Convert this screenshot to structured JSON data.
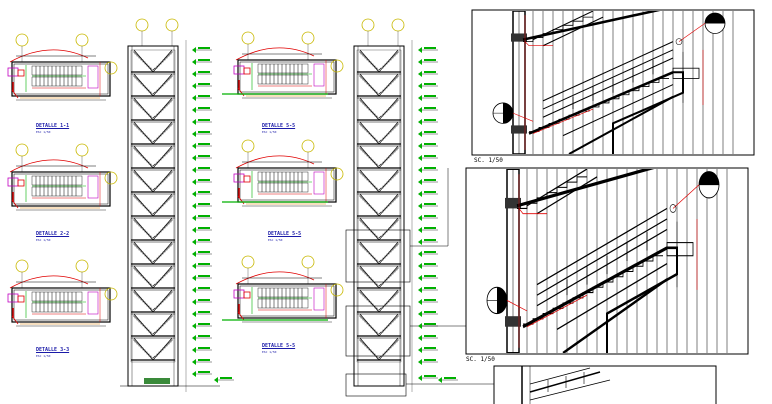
{
  "plan_details": [
    {
      "title": "DETALLE 1-1",
      "sub": "ESC 1/50"
    },
    {
      "title": "DETALLE 2-2",
      "sub": "ESC 1/50"
    },
    {
      "title": "DETALLE 3-3",
      "sub": "ESC 1/50"
    },
    {
      "title": "DETALLE 5-5",
      "sub": "ESC 1/50"
    },
    {
      "title": "DETALLE 5-5",
      "sub": "ESC 1/50"
    },
    {
      "title": "DETALLE 5-5",
      "sub": "ESC 1/50"
    }
  ],
  "section_detail_scales": [
    "SC. 1/50",
    "SC. 1/50"
  ],
  "colors": {
    "line": "#000000",
    "blue": "#1a1aa8",
    "green": "#00b000",
    "red": "#e00000",
    "magenta": "#c000c0",
    "yellow_bubble": "#c8b800",
    "orange": "#e08000"
  }
}
